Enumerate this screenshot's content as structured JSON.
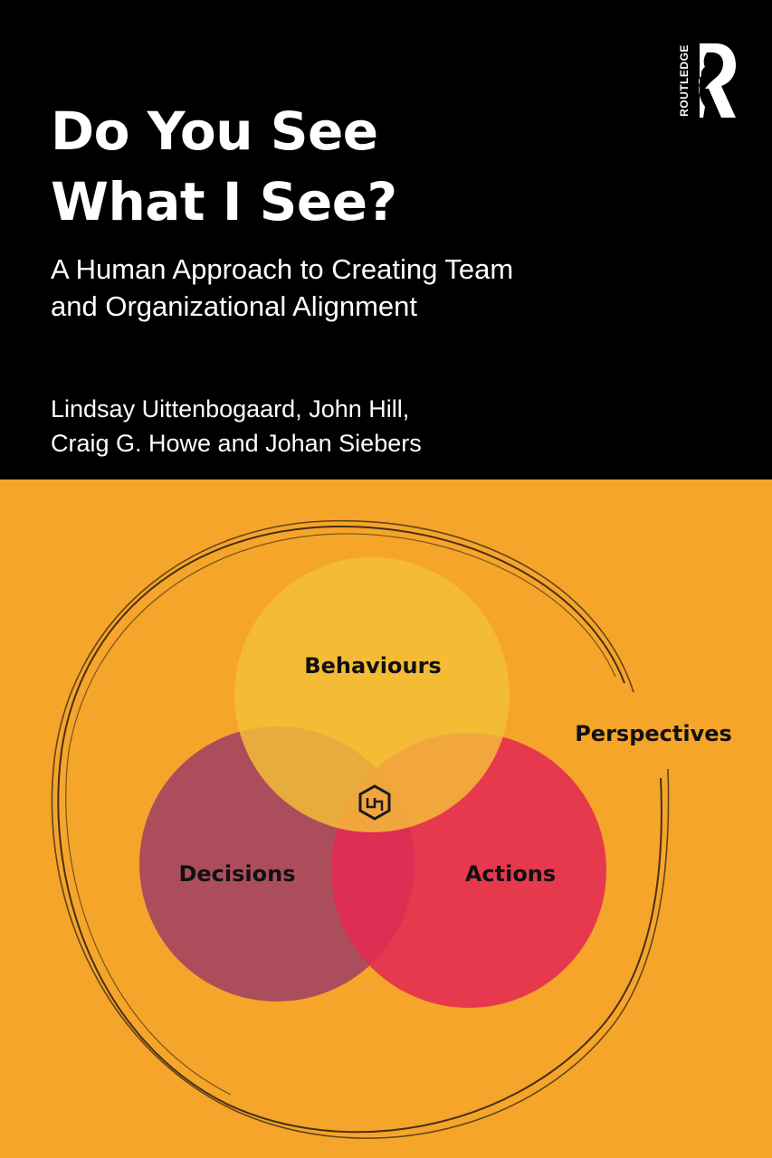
{
  "cover": {
    "title_lines": [
      "Do You See",
      "What I See?"
    ],
    "subtitle_lines": [
      "A Human Approach to Creating Team",
      "and Organizational Alignment"
    ],
    "author_lines": [
      "Lindsay Uittenbogaard, John Hill,",
      "Craig G. Howe and Johan Siebers"
    ],
    "publisher": "ROUTLEDGE"
  },
  "diagram": {
    "behaviours": "Behaviours",
    "decisions": "Decisions",
    "actions": "Actions",
    "perspectives": "Perspectives",
    "center_icon": "hexagon-emblem-icon"
  },
  "colors": {
    "background_top": "#000000",
    "background_bottom": "#f5a52a",
    "behaviours": "#f4bf38",
    "decisions": "#a8485f",
    "actions": "#e42a52"
  }
}
